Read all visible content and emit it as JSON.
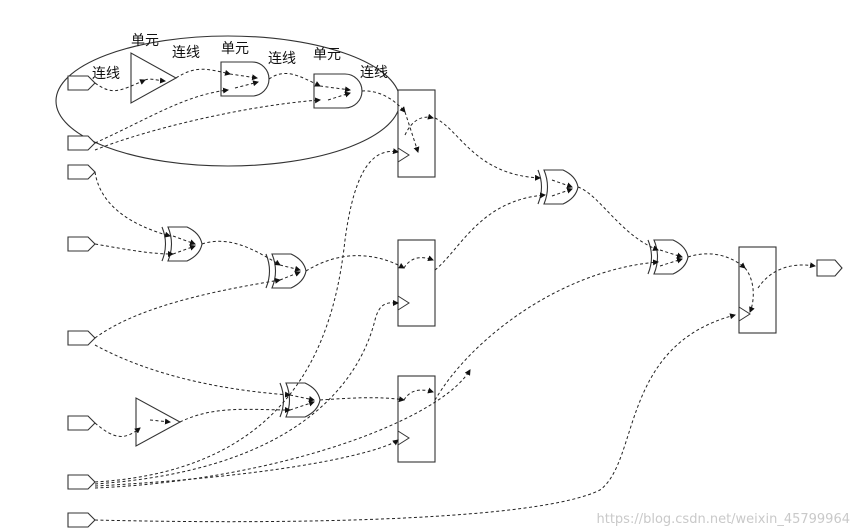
{
  "labels": {
    "wire1": "连线",
    "cell1": "单元",
    "wire2": "连线",
    "cell2": "单元",
    "wire3": "连线",
    "cell3": "单元",
    "wire4": "连线"
  },
  "watermark": "https://blog.csdn.net/weixin_45799964"
}
